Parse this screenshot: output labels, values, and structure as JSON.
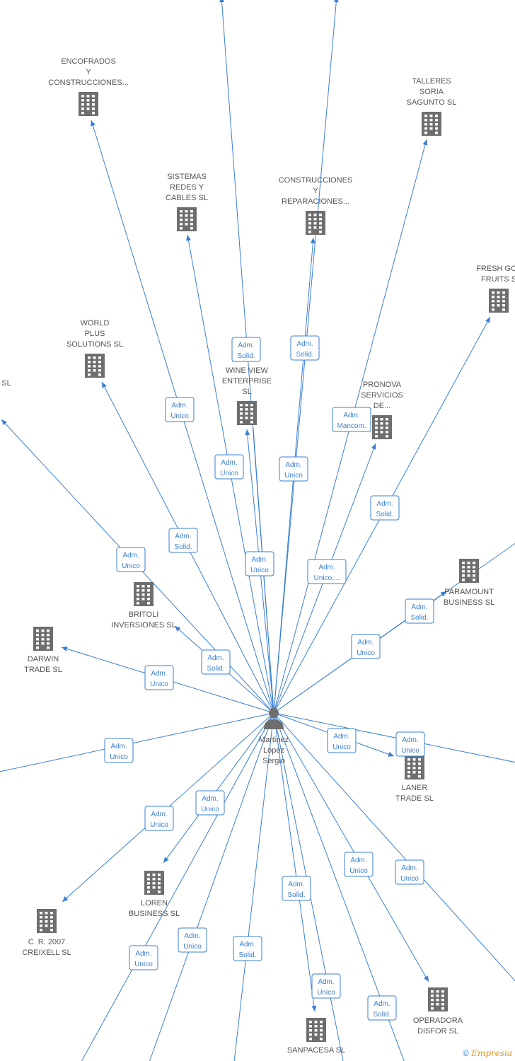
{
  "center": {
    "id": "center",
    "label": [
      "Martinez",
      "Lopez",
      "Sergio"
    ]
  },
  "nodes": [
    {
      "id": "encofrados",
      "label": [
        "ENCOFRADOS",
        "Y",
        "CONSTRUCCIONES..."
      ]
    },
    {
      "id": "talleres",
      "label": [
        "TALLERES",
        "SORIA",
        "SAGUNTO  SL"
      ]
    },
    {
      "id": "sistemas",
      "label": [
        "SISTEMAS",
        "REDES Y",
        "CABLES  SL"
      ]
    },
    {
      "id": "construcciones",
      "label": [
        "CONSTRUCCIONES",
        "Y",
        "REPARACIONES..."
      ]
    },
    {
      "id": "freshgold",
      "label": [
        "FRESH GOL",
        "FRUITS  S"
      ]
    },
    {
      "id": "world",
      "label": [
        "WORLD",
        "PLUS",
        "SOLUTIONS  SL"
      ]
    },
    {
      "id": "wineview",
      "label": [
        "WINE VIEW",
        "ENTERPRISE",
        "SL"
      ]
    },
    {
      "id": "pronova",
      "label": [
        "PRONOVA",
        "SERVICIOS",
        "DE..."
      ]
    },
    {
      "id": "leftsl",
      "label": [
        "SL"
      ]
    },
    {
      "id": "paramount",
      "label": [
        "PARAMOUNT",
        "BUSINESS SL"
      ]
    },
    {
      "id": "britoli",
      "label": [
        "BRITOLI",
        "INVERSIONES SL"
      ]
    },
    {
      "id": "darwin",
      "label": [
        "DARWIN",
        "TRADE  SL"
      ]
    },
    {
      "id": "laner",
      "label": [
        "LANER",
        "TRADE  SL"
      ]
    },
    {
      "id": "loren",
      "label": [
        "LOREN",
        "BUSINESS  SL"
      ]
    },
    {
      "id": "cr2007",
      "label": [
        "C. R. 2007",
        "CREIXELL SL"
      ]
    },
    {
      "id": "operadora",
      "label": [
        "OPERADORA",
        "DISFOR  SL"
      ]
    },
    {
      "id": "sanpacesa",
      "label": [
        "SANPACESA  SL"
      ]
    }
  ],
  "edges": [
    {
      "target": "encofrados",
      "label": [
        "Adm.",
        "Unico"
      ]
    },
    {
      "target": "sistemas",
      "label": [
        "Adm.",
        "Unico"
      ]
    },
    {
      "target": "top-left-offscreen",
      "label": [
        "Adm.",
        "Solid."
      ]
    },
    {
      "target": "top-right-offscreen",
      "label": [
        "Adm.",
        "Solid."
      ]
    },
    {
      "target": "construcciones",
      "label": [
        "Adm.",
        "Unico"
      ]
    },
    {
      "target": "talleres",
      "label": [
        "Adm.",
        "Mancom."
      ]
    },
    {
      "target": "freshgold",
      "label": [
        "Adm.",
        "Solid."
      ]
    },
    {
      "target": "wineview",
      "label": [
        "Adm.",
        "Unico"
      ]
    },
    {
      "target": "world",
      "label": [
        "Adm.",
        "Solid."
      ]
    },
    {
      "target": "leftsl",
      "label": [
        "Adm.",
        "Unico"
      ]
    },
    {
      "target": "pronova",
      "label": [
        "Adm.",
        "Unico,..."
      ]
    },
    {
      "target": "wineview",
      "label": [
        "Adm.",
        "Unico"
      ]
    },
    {
      "target": "paramount",
      "label": [
        "Adm.",
        "Solid."
      ]
    },
    {
      "target": "right-offscreen-upper",
      "label": [
        "Adm.",
        "Unico"
      ]
    },
    {
      "target": "britoli",
      "label": [
        "Adm.",
        "Solid."
      ]
    },
    {
      "target": "darwin",
      "label": [
        "Adm.",
        "Unico"
      ]
    },
    {
      "target": "left-offscreen",
      "label": [
        "Adm.",
        "Unico"
      ]
    },
    {
      "target": "laner",
      "label": [
        "Adm.",
        "Unico"
      ]
    },
    {
      "target": "right-offscreen-lower",
      "label": [
        "Adm.",
        "Unico"
      ]
    },
    {
      "target": "loren",
      "label": [
        "Adm.",
        "Unico"
      ]
    },
    {
      "target": "cr2007",
      "label": [
        "Adm.",
        "Unico"
      ]
    },
    {
      "target": "operadora",
      "label": [
        "Adm.",
        "Unico"
      ]
    },
    {
      "target": "bottom-right-offscreen",
      "label": [
        "Adm.",
        "Unico"
      ]
    },
    {
      "target": "sanpacesa",
      "label": [
        "Adm.",
        "Solid."
      ]
    },
    {
      "target": "sanpacesa",
      "label": [
        "Adm.",
        "Unico"
      ]
    },
    {
      "target": "bottom-offscreen-1",
      "label": [
        "Adm.",
        "Unico"
      ]
    },
    {
      "target": "bottom-offscreen-2",
      "label": [
        "Adm.",
        "Unico"
      ]
    },
    {
      "target": "bottom-offscreen-3",
      "label": [
        "Adm.",
        "Solid."
      ]
    },
    {
      "target": "bottom-offscreen-4",
      "label": [
        "Adm.",
        "Solid."
      ]
    }
  ],
  "footer": {
    "copyright": "©",
    "brand": "Empresia"
  },
  "colors": {
    "edge": "#3a7fd5",
    "icon": "#6e6e6e",
    "label": "#555555"
  }
}
